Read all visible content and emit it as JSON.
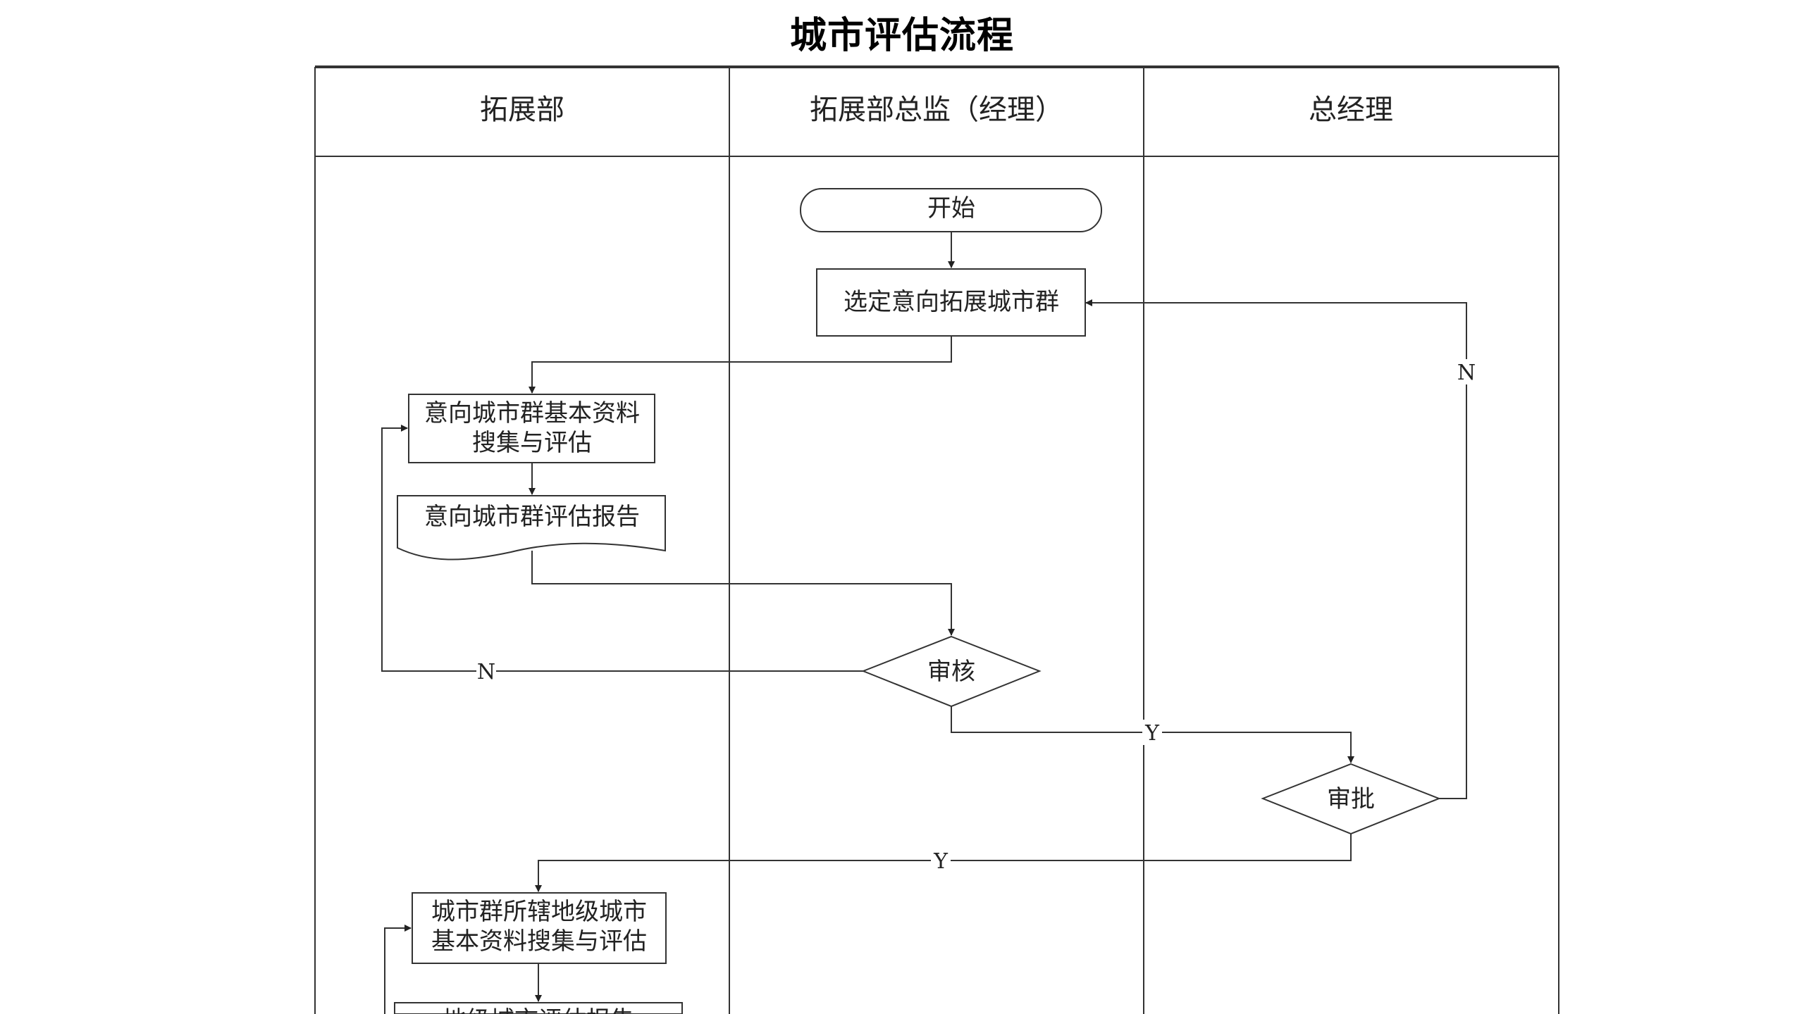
{
  "title": "城市评估流程",
  "lanes": [
    {
      "id": "dept",
      "label": "拓展部"
    },
    {
      "id": "director",
      "label": "拓展部总监（经理）"
    },
    {
      "id": "gm",
      "label": "总经理"
    }
  ],
  "nodes": {
    "start": {
      "type": "terminal",
      "lines": [
        "开始"
      ]
    },
    "select_cluster": {
      "type": "process",
      "lines": [
        "选定意向拓展城市群"
      ]
    },
    "collect_info": {
      "type": "process",
      "lines": [
        "意向城市群基本资料",
        "搜集与评估"
      ]
    },
    "report": {
      "type": "document",
      "lines": [
        "意向城市群评估报告"
      ]
    },
    "review": {
      "type": "decision",
      "lines": [
        "审核"
      ]
    },
    "approve": {
      "type": "decision",
      "lines": [
        "审批"
      ]
    },
    "collect_city_info": {
      "type": "process",
      "lines": [
        "城市群所辖地级城市",
        "基本资料搜集与评估"
      ]
    },
    "city_report": {
      "type": "document",
      "lines": [
        "地级城市评估报告"
      ]
    }
  },
  "edges": {
    "review_no": {
      "from": "review",
      "to": "collect_info",
      "label": "N"
    },
    "review_yes": {
      "from": "review",
      "to": "approve",
      "label": "Y"
    },
    "approve_no": {
      "from": "approve",
      "to": "select_cluster",
      "label": "N"
    },
    "approve_yes": {
      "from": "approve",
      "to": "collect_city_info",
      "label": "Y"
    }
  },
  "colors": {
    "line": "#333333",
    "background": "#ffffff"
  }
}
